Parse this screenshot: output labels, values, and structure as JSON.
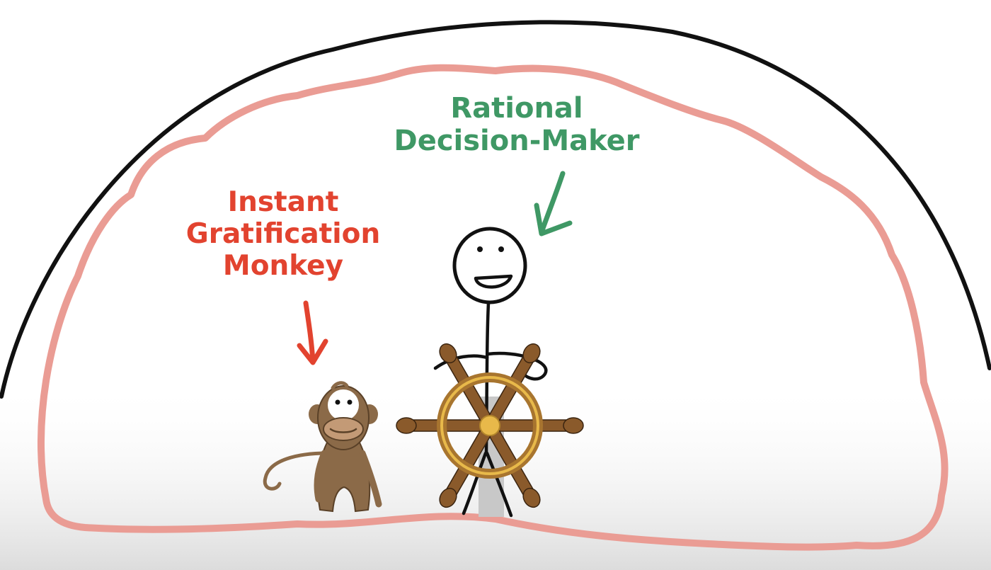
{
  "labels": {
    "rational": {
      "line1": "Rational",
      "line2": "Decision-Maker"
    },
    "monkey": {
      "line1": "Instant",
      "line2": "Gratification",
      "line3": "Monkey"
    }
  },
  "colors": {
    "background": "#ffffff",
    "floor_shadow": "#dcdcdc",
    "head_outline": "#111111",
    "brain_outline": "#ea9c94",
    "rational_text": "#3f9865",
    "monkey_text": "#e2432f",
    "monkey_body": "#8b6a48",
    "monkey_face": "#c39a76",
    "wheel_wood": "#8a5a2b",
    "wheel_rim": "#a8752f",
    "wheel_gold": "#e8b94a",
    "post_gray": "#c8c8c8"
  },
  "icons": {
    "head": "head-outline-icon",
    "brain": "brain-outline-icon",
    "stick_figure": "stick-figure-icon",
    "wheel": "ships-wheel-icon",
    "monkey": "monkey-icon"
  }
}
